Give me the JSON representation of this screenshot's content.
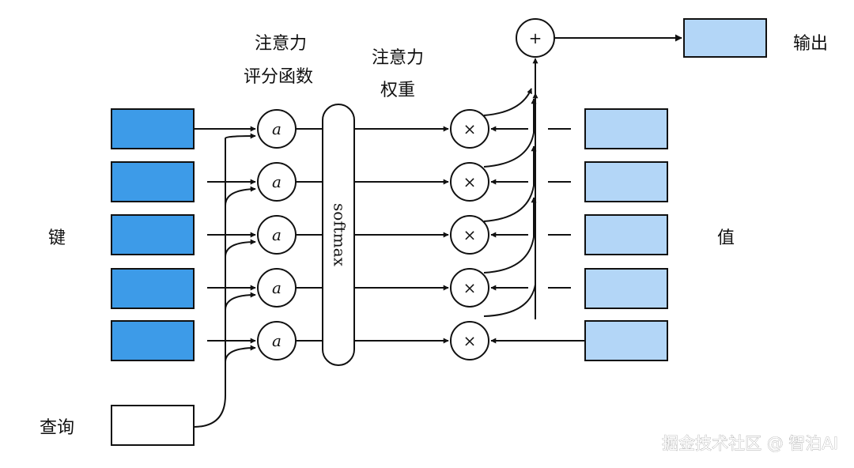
{
  "labels": {
    "score_func_line1": "注意力",
    "score_func_line2": "评分函数",
    "weights_line1": "注意力",
    "weights_line2": "权重",
    "keys": "键",
    "values": "值",
    "query": "查询",
    "output": "输出",
    "softmax": "softmax",
    "score_symbol": "a",
    "multiply_symbol": "×",
    "sum_symbol": "+"
  },
  "watermark": "掘金技术社区 @ 智泊AI",
  "colors": {
    "key_fill": "#3d9be8",
    "value_fill": "#b3d6f7",
    "output_fill": "#b3d6f7",
    "query_fill": "#ffffff"
  },
  "counts": {
    "key_value_pairs": 5
  }
}
